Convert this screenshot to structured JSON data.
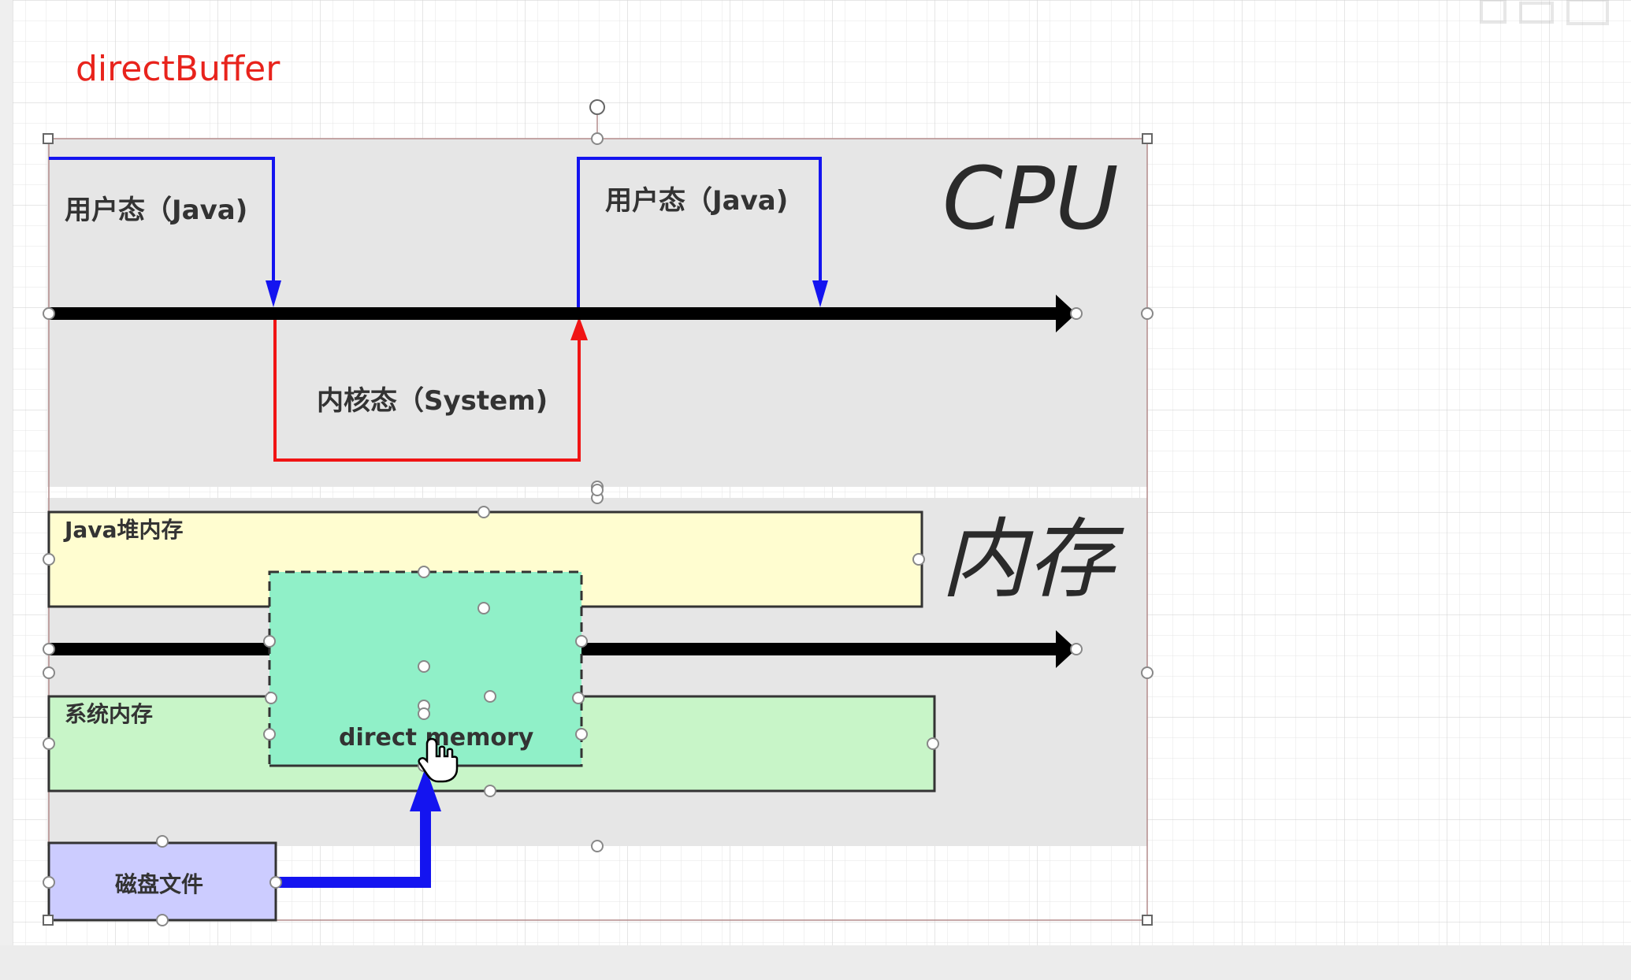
{
  "title": "directBuffer",
  "cpu_section": {
    "heading": "CPU",
    "user_mode_label_left": "用户态（Java)",
    "user_mode_label_right": "用户态（Java)",
    "kernel_mode_label": "内核态（System)"
  },
  "memory_section": {
    "heading": "内存",
    "java_heap_label": "Java堆内存",
    "system_memory_label": "系统内存",
    "direct_memory_label": "direct memory",
    "disk_file_label": "磁盘文件"
  },
  "colors": {
    "title_red": "#e8231c",
    "user_mode_blue": "#1414f0",
    "kernel_mode_red": "#f01414",
    "section_gray": "#e6e6e6",
    "java_heap_fill": "#fffdd0",
    "system_memory_fill": "#c8f5c8",
    "direct_memory_fill": "#90f0c8",
    "disk_file_fill": "#ccccff",
    "grid": "#e2e2e2"
  }
}
